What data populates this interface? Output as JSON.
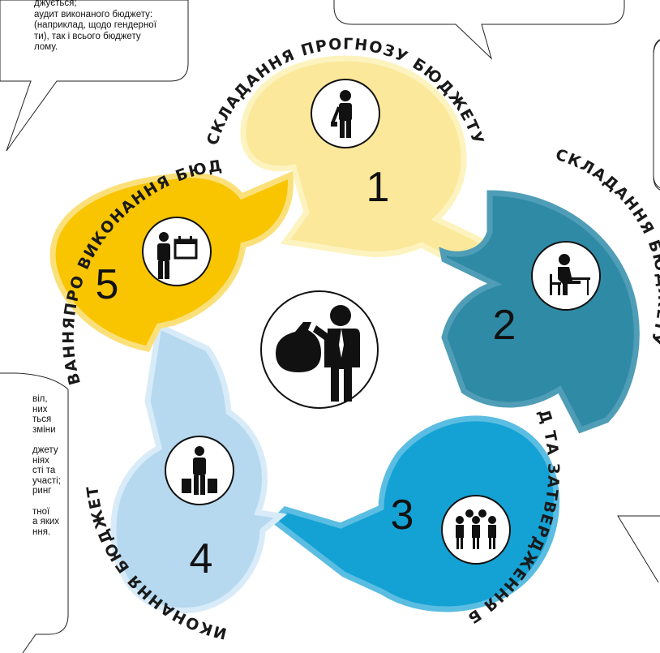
{
  "colors": {
    "stage1": "#fbe89a",
    "stage1_rim": "#fdf5c9",
    "stage2": "#2f8aa6",
    "stage2_rim": "#5aa9c0",
    "stage3": "#14a2d4",
    "stage3_rim": "#58bde3",
    "stage4": "#b6d9f0",
    "stage4_rim": "#dcedf8",
    "stage5": "#f8c500",
    "stage5_rim": "#fbe27a",
    "icon": "#111111"
  },
  "stages": [
    {
      "number": "1",
      "label": "СКЛАДАННЯ ПРОГНОЗУ БЮДЖЕТУ",
      "icon": "person-with-briefcase-icon"
    },
    {
      "number": "2",
      "label": "СКЛАДАННЯ БЮДЖЕТУ",
      "icon": "person-at-desk-icon"
    },
    {
      "number": "3",
      "label": "РОЗГЛЯД ТА ЗАТВЕРДЖЕННЯ БЮДЖЕТУ",
      "icon": "group-of-people-icon"
    },
    {
      "number": "4",
      "label": "ВИКОНАННЯ БЮДЖЕТУ",
      "icon": "person-with-bags-icon"
    },
    {
      "number": "5",
      "label": "ЗВІТУВАННЯПРО ВИКОНАННЯ БЮДЖЕТУ",
      "icon": "person-with-calendar-icon"
    }
  ],
  "center_icon": "person-with-money-bag-icon",
  "callouts": {
    "top_left": [
      "джується;",
      "аудит виконаного бюджету:",
      "(наприклад, щодо гендерної",
      "ти), так і всього бюджету",
      "лому."
    ],
    "left_bottom": [
      "віл,",
      "них",
      "ться",
      "зміни",
      "",
      "джету",
      "ніях",
      "сті та",
      "участі;",
      "ринг",
      "",
      "тної",
      "а яких",
      "ння."
    ]
  }
}
